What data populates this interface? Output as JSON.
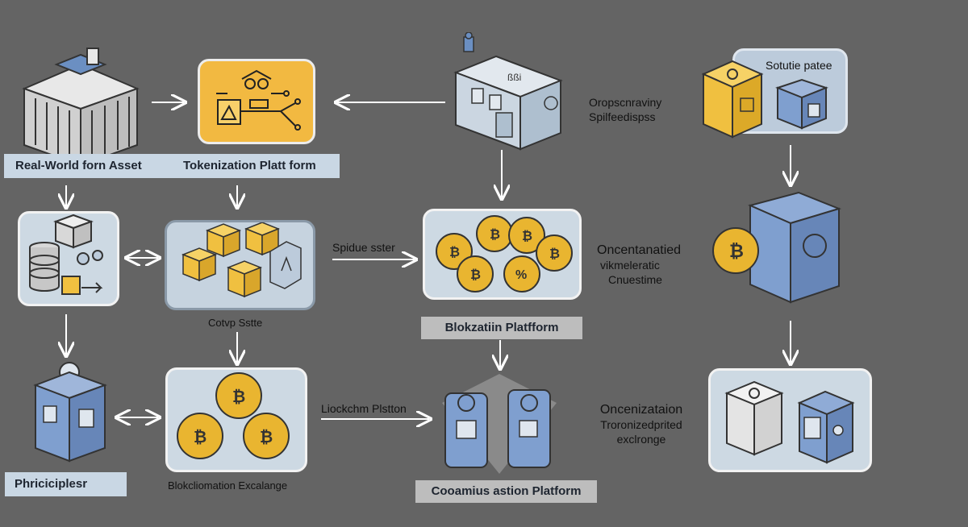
{
  "labels": {
    "real_world": "Real-World forn Asset",
    "tokenization": "Tokenization Platt form",
    "ops_line1": "Oropscnraviny",
    "ops_line2": "Spilfeedispss",
    "solution": "Sotutie patee",
    "spidue": "Spidue sster",
    "oncentanatied_line1": "Oncentanatied",
    "oncentanatied_line2": "vikmeleratic",
    "oncentanatied_line3": "Cnuestime",
    "cotvp": "Cotvp Sstte",
    "blokzatiin": "Blokzatiin Platfform",
    "lickchm": "Liockchm Plstton",
    "oncenizataion_line1": "Oncenizataion",
    "oncenizataion_line2": "Troronizedprited",
    "oncenizataion_line3": "exclronge",
    "phricicipiesr": "Phriciciplesr",
    "blokc_exchange": "Blokcliomation Excalange",
    "coamius": "Cooamius astion Platform"
  },
  "colors": {
    "background": "#646464",
    "card_fill": "#cdd9e3",
    "card_border": "#f2f2f2",
    "coin_gold": "#e9b530",
    "cube_blue": "#7f9fcf",
    "cube_yellow": "#f0c040",
    "arrow": "#ffffff"
  },
  "icons": [
    "bank-building-icon",
    "tokenization-circuit-icon",
    "factory-building-icon",
    "yellow-chip-cube-icon",
    "blue-chip-cube-icon",
    "database-icon",
    "gold-cubes-icon",
    "bitcoin-coins-icon",
    "bitcoin-cube-icon",
    "shield-box-icon",
    "exchange-coins-icon",
    "blue-server-icon",
    "mixed-cubes-icon"
  ]
}
